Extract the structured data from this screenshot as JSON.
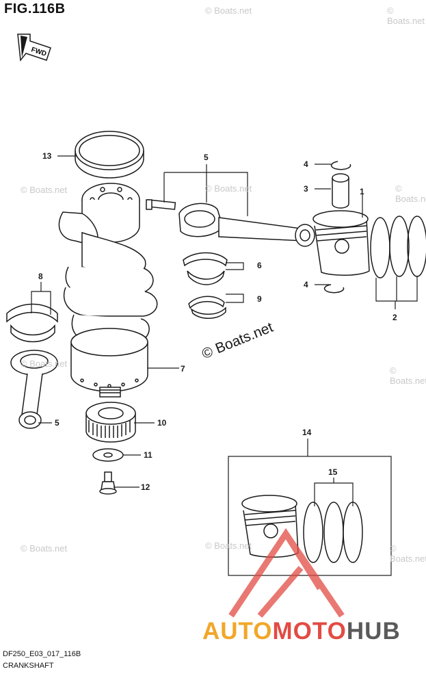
{
  "title": "FIG.116B",
  "fwd_label": "FWD",
  "footer": {
    "code": "DF250_E03_017_116B",
    "name": "CRANKSHAFT"
  },
  "watermark_text": "© Boats.net",
  "brand": {
    "part1": "AUTO",
    "part2": "MOTO",
    "part3": "HUB"
  },
  "callouts": [
    "13",
    "5",
    "4",
    "3",
    "1",
    "8",
    "6",
    "9",
    "2",
    "4",
    "7",
    "5",
    "10",
    "11",
    "12",
    "14",
    "15"
  ],
  "colors": {
    "line": "#1a1a1a",
    "brand_orange": "#f0a72a",
    "brand_red": "#e24b43",
    "brand_gray": "#5a5a5a"
  }
}
